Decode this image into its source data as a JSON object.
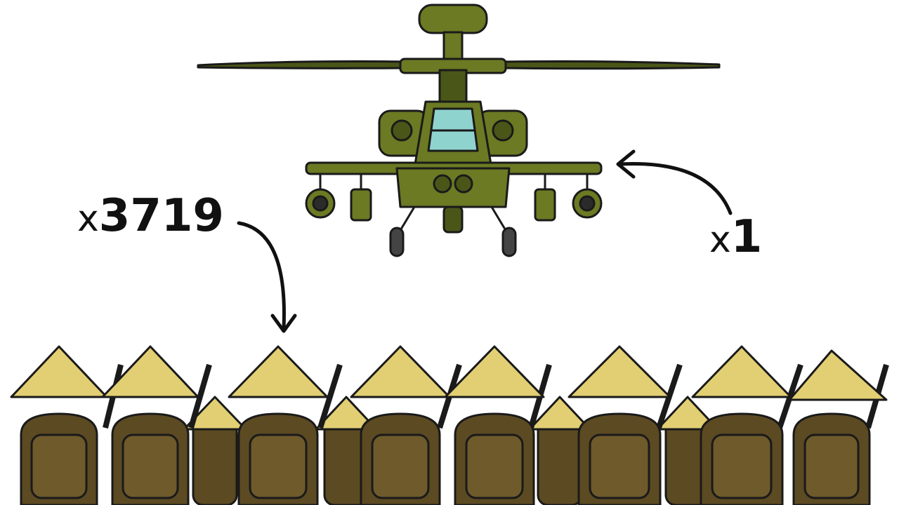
{
  "labels": {
    "soldiers": {
      "prefix": "x",
      "count": "3719"
    },
    "helicopter": {
      "prefix": "x",
      "count": "1"
    }
  },
  "colors": {
    "helicopter_body": "#6b7a23",
    "helicopter_dark": "#4a5618",
    "canopy": "#8fd3cf",
    "hat": "#e2cf73",
    "uniform": "#5c4a22",
    "outline": "#1a1a1a"
  },
  "icons": {
    "helicopter": "attack-helicopter-icon",
    "soldier": "soldier-with-conical-hat-icon",
    "arrow": "curved-arrow-icon"
  }
}
